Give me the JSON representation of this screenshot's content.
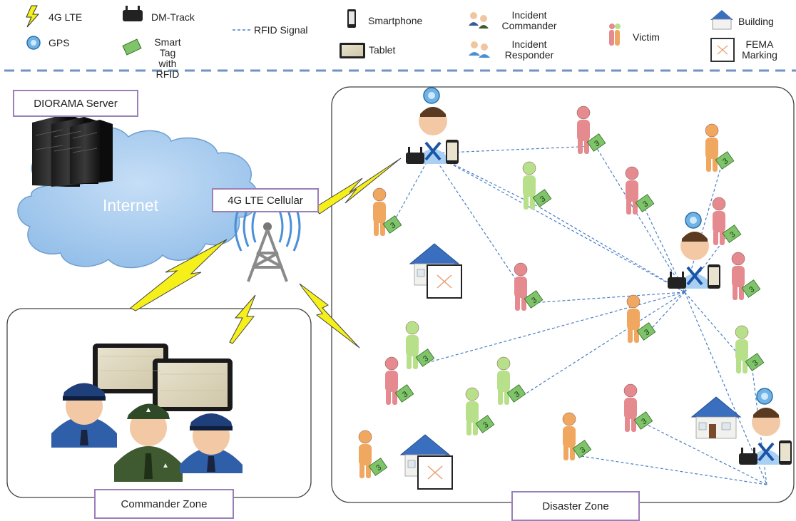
{
  "legend": {
    "lte": "4G LTE",
    "gps": "GPS",
    "dm_track": "DM-Track",
    "smart_tag": "Smart Tag\nwith RFID",
    "rfid_signal": "RFID Signal",
    "smartphone": "Smartphone",
    "tablet": "Tablet",
    "incident_commander": "Incident\nCommander",
    "incident_responder": "Incident\nResponder",
    "victim": "Victim",
    "building": "Building",
    "fema_marking": "FEMA\nMarking"
  },
  "labels": {
    "server": "DIORAMA Server",
    "internet": "Internet",
    "cellular": "4G LTE Cellular",
    "commander_zone": "Commander Zone",
    "disaster_zone": "Disaster Zone"
  },
  "tag_number": "3",
  "colors": {
    "victim_red": "#e58a8f",
    "victim_orange": "#f0a860",
    "victim_green": "#b8e08a",
    "cloud": "#a9cdf0",
    "label_border": "#9a7fb8",
    "rfid_line": "#4a7ec6",
    "lightning": "#f5ef1a"
  }
}
